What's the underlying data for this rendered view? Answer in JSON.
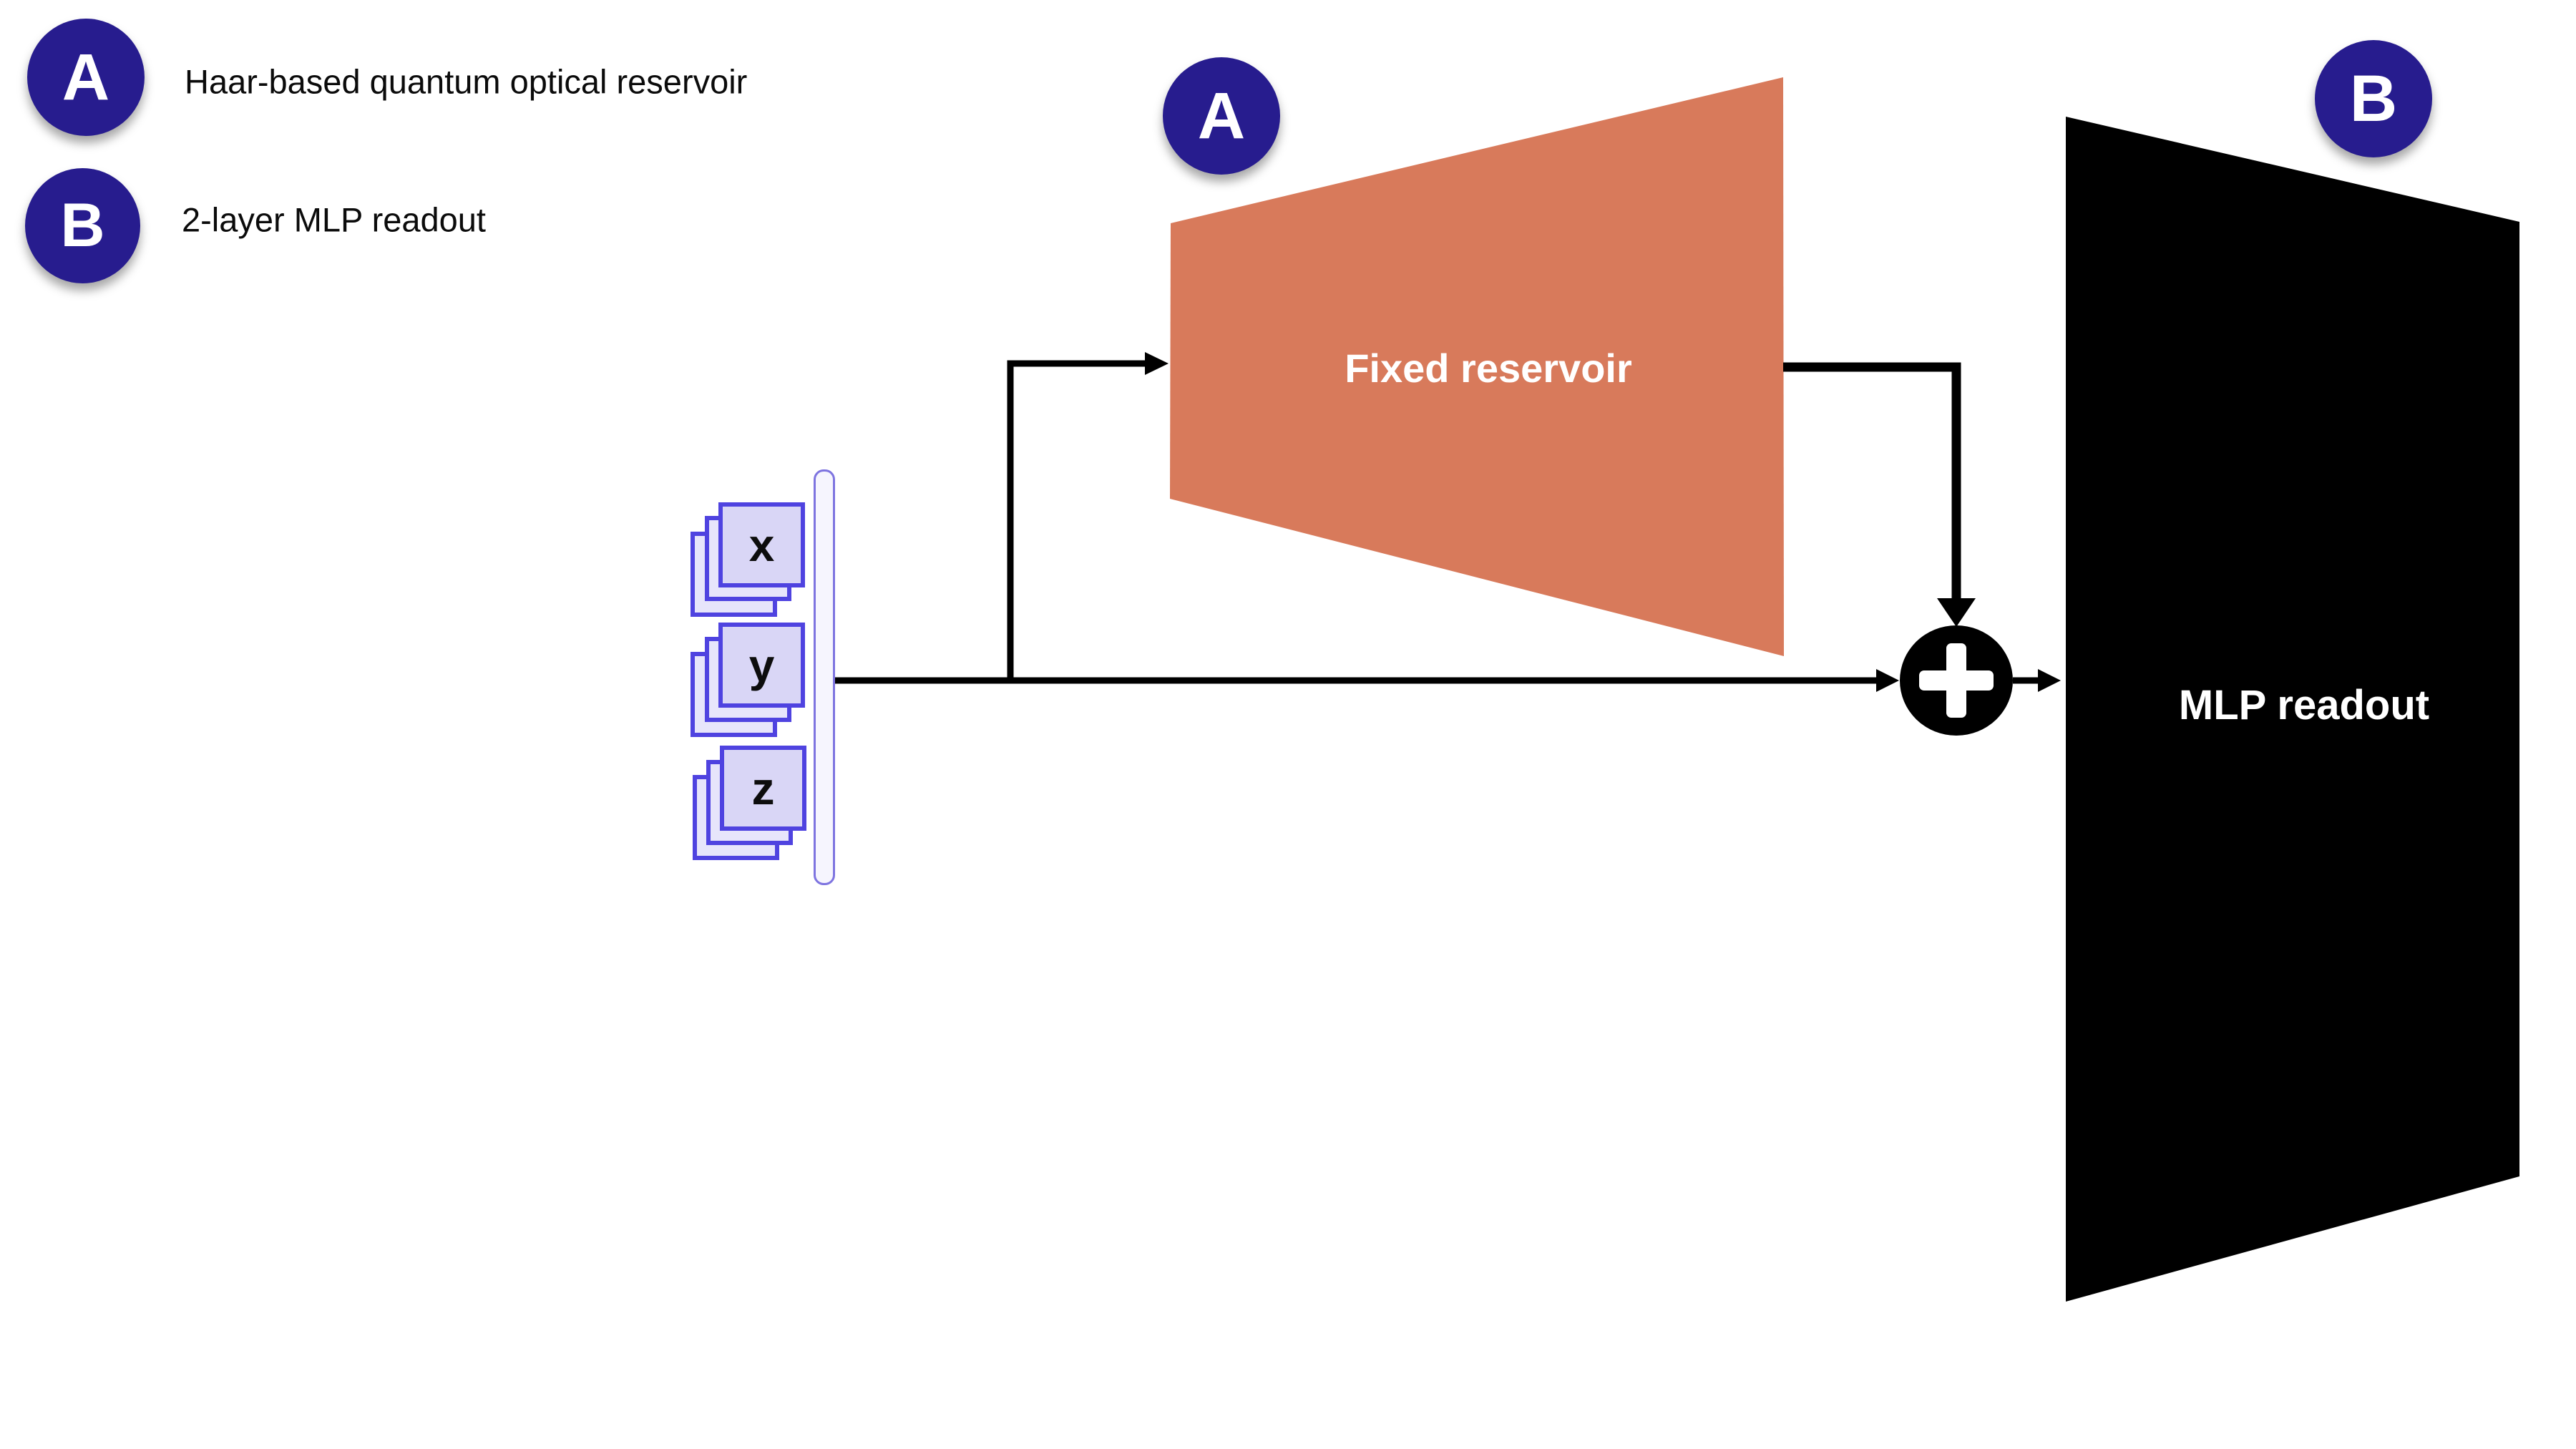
{
  "legend": {
    "items": [
      {
        "badge": "A",
        "label": "Haar-based quantum optical reservoir"
      },
      {
        "badge": "B",
        "label": "2-layer MLP readout"
      }
    ]
  },
  "diagram": {
    "input_stack": {
      "groups": [
        {
          "label": "x"
        },
        {
          "label": "y"
        },
        {
          "label": "z"
        }
      ]
    },
    "reservoir": {
      "badge": "A",
      "label": "Fixed reservoir"
    },
    "sum_node": {
      "symbol": "+"
    },
    "readout": {
      "badge": "B",
      "label": "MLP readout"
    }
  },
  "colors": {
    "badge": "#271C8E",
    "reservoir": "#D87A5B",
    "readout": "#000000",
    "line": "#000000",
    "stack-border": "#4F43E0",
    "stack-front": "#D9D6F6",
    "stack-back": "#E7E5FB",
    "bracket-fill": "#F6F5FE",
    "bracket-border": "#7E74E0"
  }
}
